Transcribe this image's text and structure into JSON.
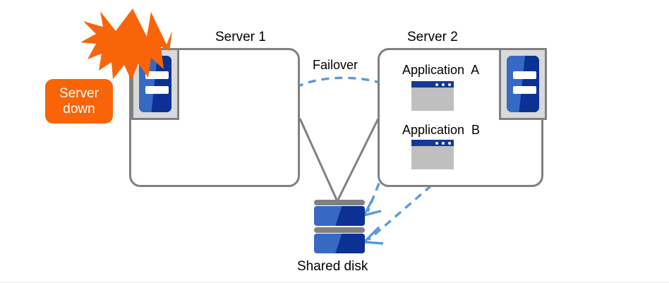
{
  "diagram": {
    "title_hidden": "",
    "colors": {
      "accent_blue": "#3569c4",
      "deep_blue": "#0b3194",
      "alert_orange": "#f96408",
      "box_gray": "#808080",
      "window_gray": "#bfbfbf",
      "arrow_blue": "#5b9bd5",
      "icon_frame_gray": "#d9d9d9"
    },
    "alert": {
      "badge_line1": "Server",
      "badge_line2": "down",
      "burst_icon": "lightning-burst-icon"
    },
    "servers": [
      {
        "id": "server-1",
        "label": "Server 1",
        "status": "down",
        "applications": []
      },
      {
        "id": "server-2",
        "label": "Server 2",
        "status": "active",
        "applications": [
          {
            "label": "Application  A"
          },
          {
            "label": "Application  B"
          }
        ]
      }
    ],
    "failover": {
      "label": "Failover",
      "from": "server-1",
      "to": "server-2",
      "style": "dashed-curved-arrow"
    },
    "shared_disk": {
      "label": "Shared disk",
      "segments": 2
    },
    "connections": [
      {
        "from": "server-1",
        "to": "shared-disk",
        "style": "solid-gray"
      },
      {
        "from": "server-2",
        "to": "shared-disk",
        "style": "solid-gray"
      },
      {
        "from": "application-a",
        "to": "shared-disk-top",
        "style": "dashed-blue-arrow"
      },
      {
        "from": "application-b",
        "to": "shared-disk-bottom",
        "style": "dashed-blue-arrow"
      }
    ]
  }
}
